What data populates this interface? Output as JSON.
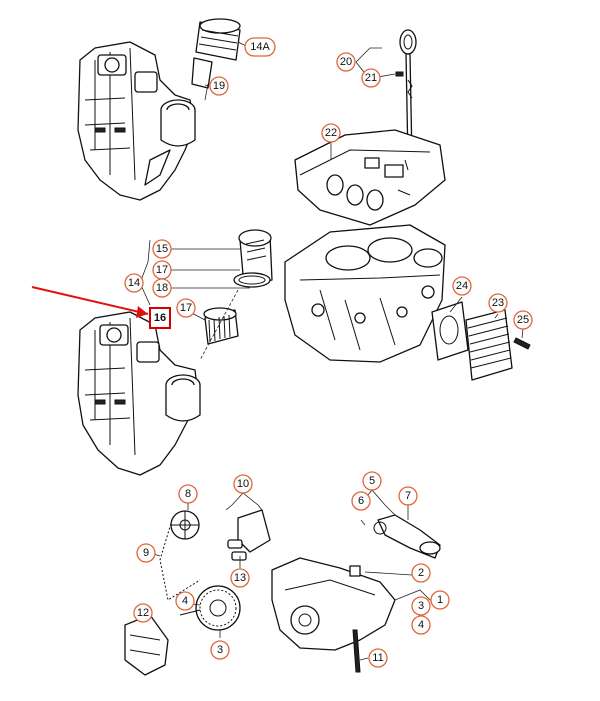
{
  "callouts": [
    {
      "id": "c14a",
      "label": "14A"
    },
    {
      "id": "c19",
      "label": "19"
    },
    {
      "id": "c20",
      "label": "20"
    },
    {
      "id": "c21",
      "label": "21"
    },
    {
      "id": "c22",
      "label": "22"
    },
    {
      "id": "c15",
      "label": "15"
    },
    {
      "id": "c17a",
      "label": "17"
    },
    {
      "id": "c14",
      "label": "14"
    },
    {
      "id": "c18",
      "label": "18"
    },
    {
      "id": "c17b",
      "label": "17"
    },
    {
      "id": "c16",
      "label": "16",
      "highlighted": true
    },
    {
      "id": "c24",
      "label": "24"
    },
    {
      "id": "c23",
      "label": "23"
    },
    {
      "id": "c25",
      "label": "25"
    },
    {
      "id": "c10",
      "label": "10"
    },
    {
      "id": "c5",
      "label": "5"
    },
    {
      "id": "c8",
      "label": "8"
    },
    {
      "id": "c6",
      "label": "6"
    },
    {
      "id": "c7",
      "label": "7"
    },
    {
      "id": "c9",
      "label": "9"
    },
    {
      "id": "c13",
      "label": "13"
    },
    {
      "id": "c2",
      "label": "2"
    },
    {
      "id": "c4a",
      "label": "4"
    },
    {
      "id": "c3a",
      "label": "3"
    },
    {
      "id": "c1",
      "label": "1"
    },
    {
      "id": "c12",
      "label": "12"
    },
    {
      "id": "c3b",
      "label": "3"
    },
    {
      "id": "c4b",
      "label": "4"
    },
    {
      "id": "c11",
      "label": "11"
    }
  ],
  "colors": {
    "callout_border": "#e0663a",
    "highlight_border": "#d40000",
    "arrow": "#e01010",
    "line_art": "#111111"
  }
}
